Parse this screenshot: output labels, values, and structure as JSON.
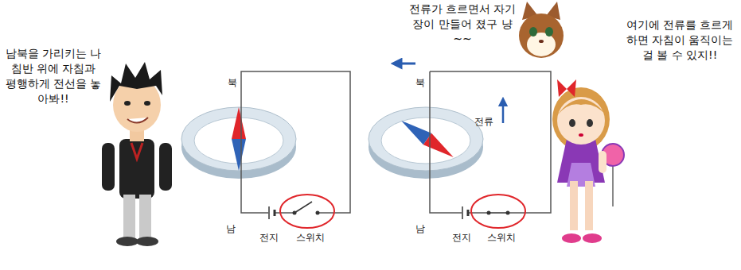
{
  "diagram": {
    "labels": [
      "남북을 가리키는 나침반 위에 자침과 평행하게 전선을 놓아봐!!",
      "북",
      "남",
      "전지",
      "스위치",
      "전류가 흐르면서 자기장이 만들어 졌구 냥~~",
      "북",
      "전류",
      "남",
      "전지",
      "스위치",
      "여기에 전류를 흐르게 하면 자침이 움직이는 걸 볼 수 있지!!"
    ]
  }
}
